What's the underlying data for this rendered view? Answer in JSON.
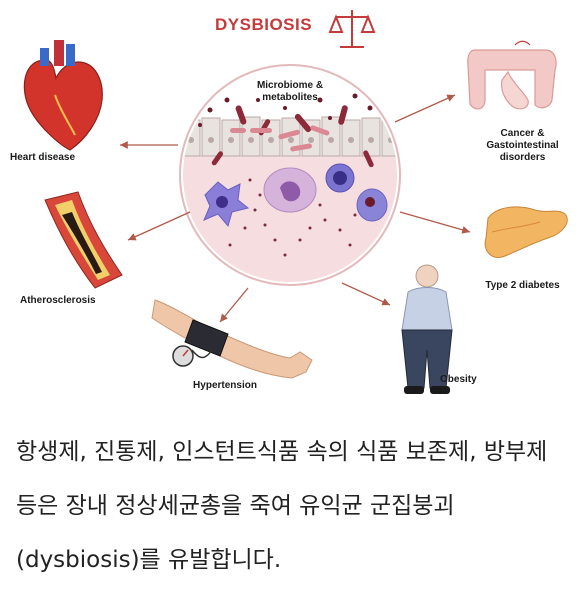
{
  "title": "DYSBIOSIS",
  "center_label": "Microbiome & metabolites",
  "conditions": {
    "heart": "Heart disease",
    "athero": "Atherosclerosis",
    "hypertension": "Hypertension",
    "cancer": "Cancer & Gastointestinal disorders",
    "diabetes": "Type 2 diabetes",
    "obesity": "Obesity"
  },
  "caption": "항생제, 진통제, 인스턴트식품 속의 식품 보존제, 방부제 등은 장내 정상세균총을 죽여 유익균 군집붕괴(dysbiosis)를 유발합니다.",
  "colors": {
    "accent": "#c43b3b",
    "arrow": "#b05a4a"
  }
}
